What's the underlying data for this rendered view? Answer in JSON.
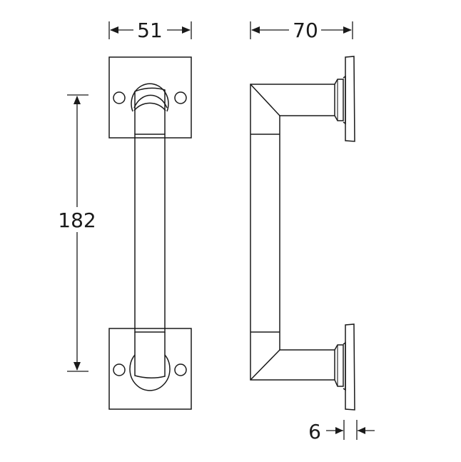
{
  "drawing": {
    "type": "technical-drawing",
    "subject": "pull handle on square rosettes",
    "views": [
      {
        "name": "front-view"
      },
      {
        "name": "side-view"
      }
    ]
  },
  "dimensions": {
    "width_front": "51",
    "height_front": "182",
    "depth_side": "70",
    "plate_thickness": "6"
  },
  "colors": {
    "line": "#1a1a1a",
    "background": "#ffffff"
  }
}
